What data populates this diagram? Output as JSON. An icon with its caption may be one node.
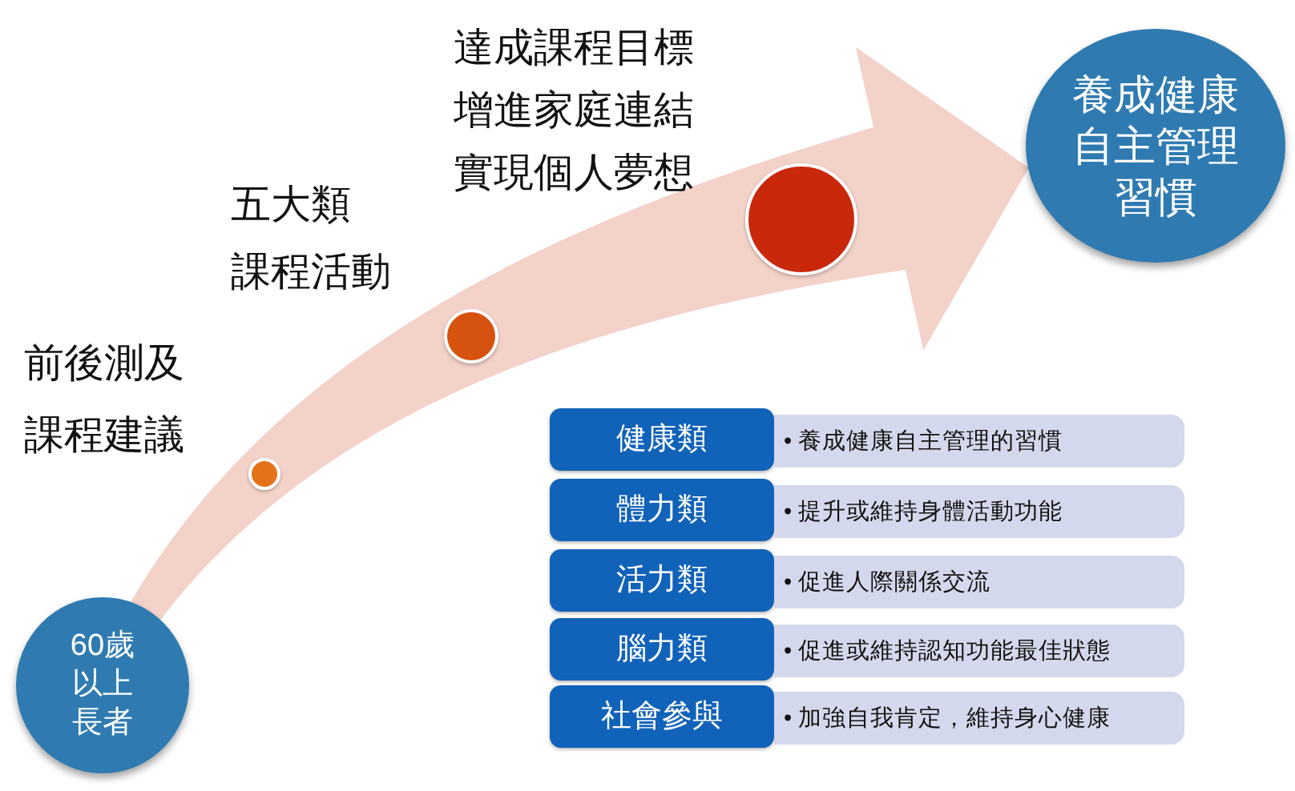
{
  "diagram": {
    "nodes": [
      {
        "text": [
          "60歲以上長者"
        ]
      },
      {
        "text": [],
        "shape": "circle",
        "beside": [
          "前後測及課程建議"
        ]
      },
      {
        "text": [],
        "shape": "circle",
        "beside": [
          "五大類課程活動"
        ]
      },
      {
        "text": [],
        "shape": "circle",
        "beside": [
          "達成課程目標",
          "增進家庭連結",
          "實現個人夢想"
        ]
      },
      {
        "text": [
          "養成健康自主管理習慣"
        ]
      },
      {
        "text": [
          "健康類"
        ]
      },
      {
        "text": [
          "• 養成健康自主管理的習慣"
        ]
      },
      {
        "text": [
          "體力類"
        ]
      },
      {
        "text": [
          "• 提升或維持身體活動功能"
        ]
      },
      {
        "text": [
          "活力類"
        ]
      },
      {
        "text": [
          "• 促進人際關係交流"
        ]
      },
      {
        "text": [
          "腦力類"
        ]
      },
      {
        "text": [
          "• 促進或維持認知功能最佳狀態"
        ]
      },
      {
        "text": [
          "社會參與"
        ]
      },
      {
        "text": [
          "• 加強自我肯定，維持身心健康"
        ]
      }
    ],
    "edges": [
      {
        "from": 0,
        "to": 1,
        "arrow": "none"
      },
      {
        "from": 1,
        "to": 2,
        "arrow": "none"
      },
      {
        "from": 2,
        "to": 3,
        "arrow": "none"
      },
      {
        "from": 3,
        "to": 4,
        "arrow": "to"
      }
    ]
  }
}
